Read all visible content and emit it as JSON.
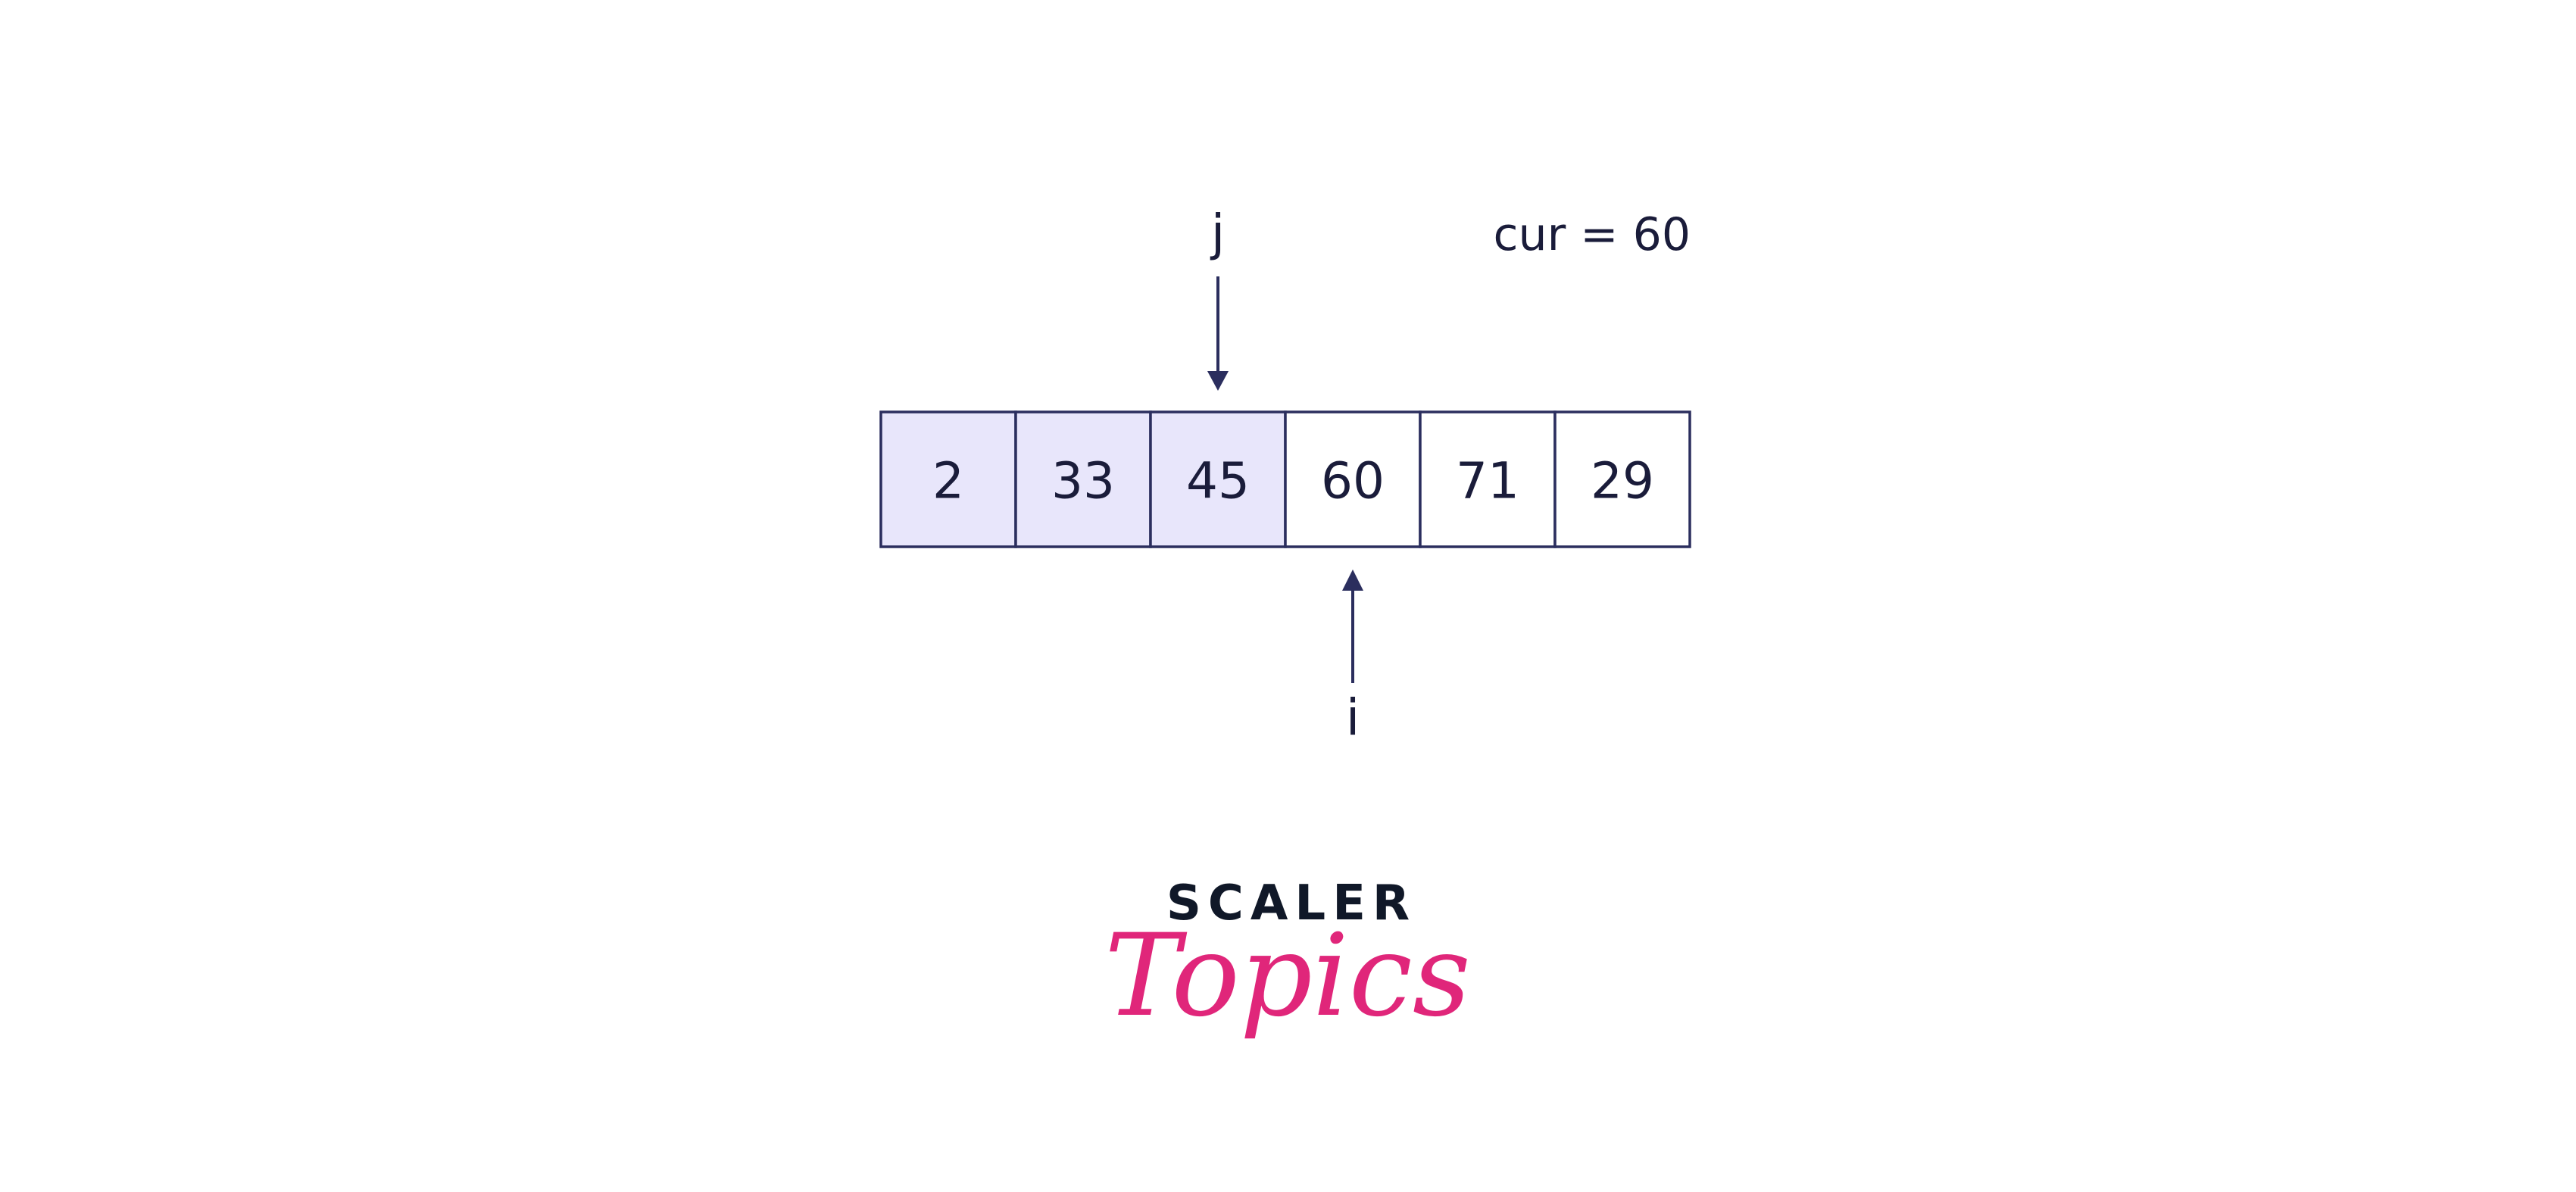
{
  "array": {
    "cells": [
      {
        "value": "2",
        "sorted": true
      },
      {
        "value": "33",
        "sorted": true
      },
      {
        "value": "45",
        "sorted": true
      },
      {
        "value": "60",
        "sorted": false
      },
      {
        "value": "71",
        "sorted": false
      },
      {
        "value": "29",
        "sorted": false
      }
    ],
    "colors": {
      "sorted_fill": "#e8e6fb",
      "unsorted_fill": "#ffffff",
      "border": "#2b2e5e"
    }
  },
  "pointers": {
    "j": {
      "label": "j",
      "index": 2,
      "direction": "down"
    },
    "i": {
      "label": "i",
      "index": 3,
      "direction": "up"
    }
  },
  "cur_text": "cur = 60",
  "logo": {
    "top": "SCALER",
    "bottom": "Topics",
    "colors": {
      "top": "#101828",
      "bottom": "#e0267a"
    }
  }
}
